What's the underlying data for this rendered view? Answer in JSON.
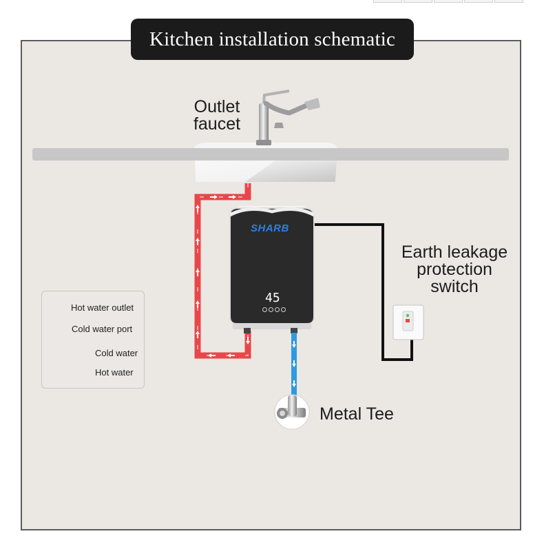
{
  "title": "Kitchen installation schematic",
  "labels": {
    "outlet_faucet_line1": "Outlet",
    "outlet_faucet_line2": "faucet",
    "earth_leakage_line1": "Earth leakage",
    "earth_leakage_line2": "protection",
    "earth_leakage_line3": "switch",
    "metal_tee": "Metal Tee"
  },
  "heater": {
    "brand": "SHARB",
    "display_value": "45"
  },
  "legend": {
    "hot_outlet": "Hot water outlet",
    "cold_port": "Cold water port",
    "cold_water": "Cold water",
    "hot_water": "Hot water"
  },
  "colors": {
    "hot": "#e8474a",
    "cold": "#2e9ae0",
    "background": "#ebe7e3",
    "title_bg": "#1b1b1b"
  },
  "icons": [
    "faucet-icon",
    "sink-icon",
    "water-heater-icon",
    "leakage-switch-icon",
    "metal-tee-icon",
    "arrow-icon"
  ]
}
